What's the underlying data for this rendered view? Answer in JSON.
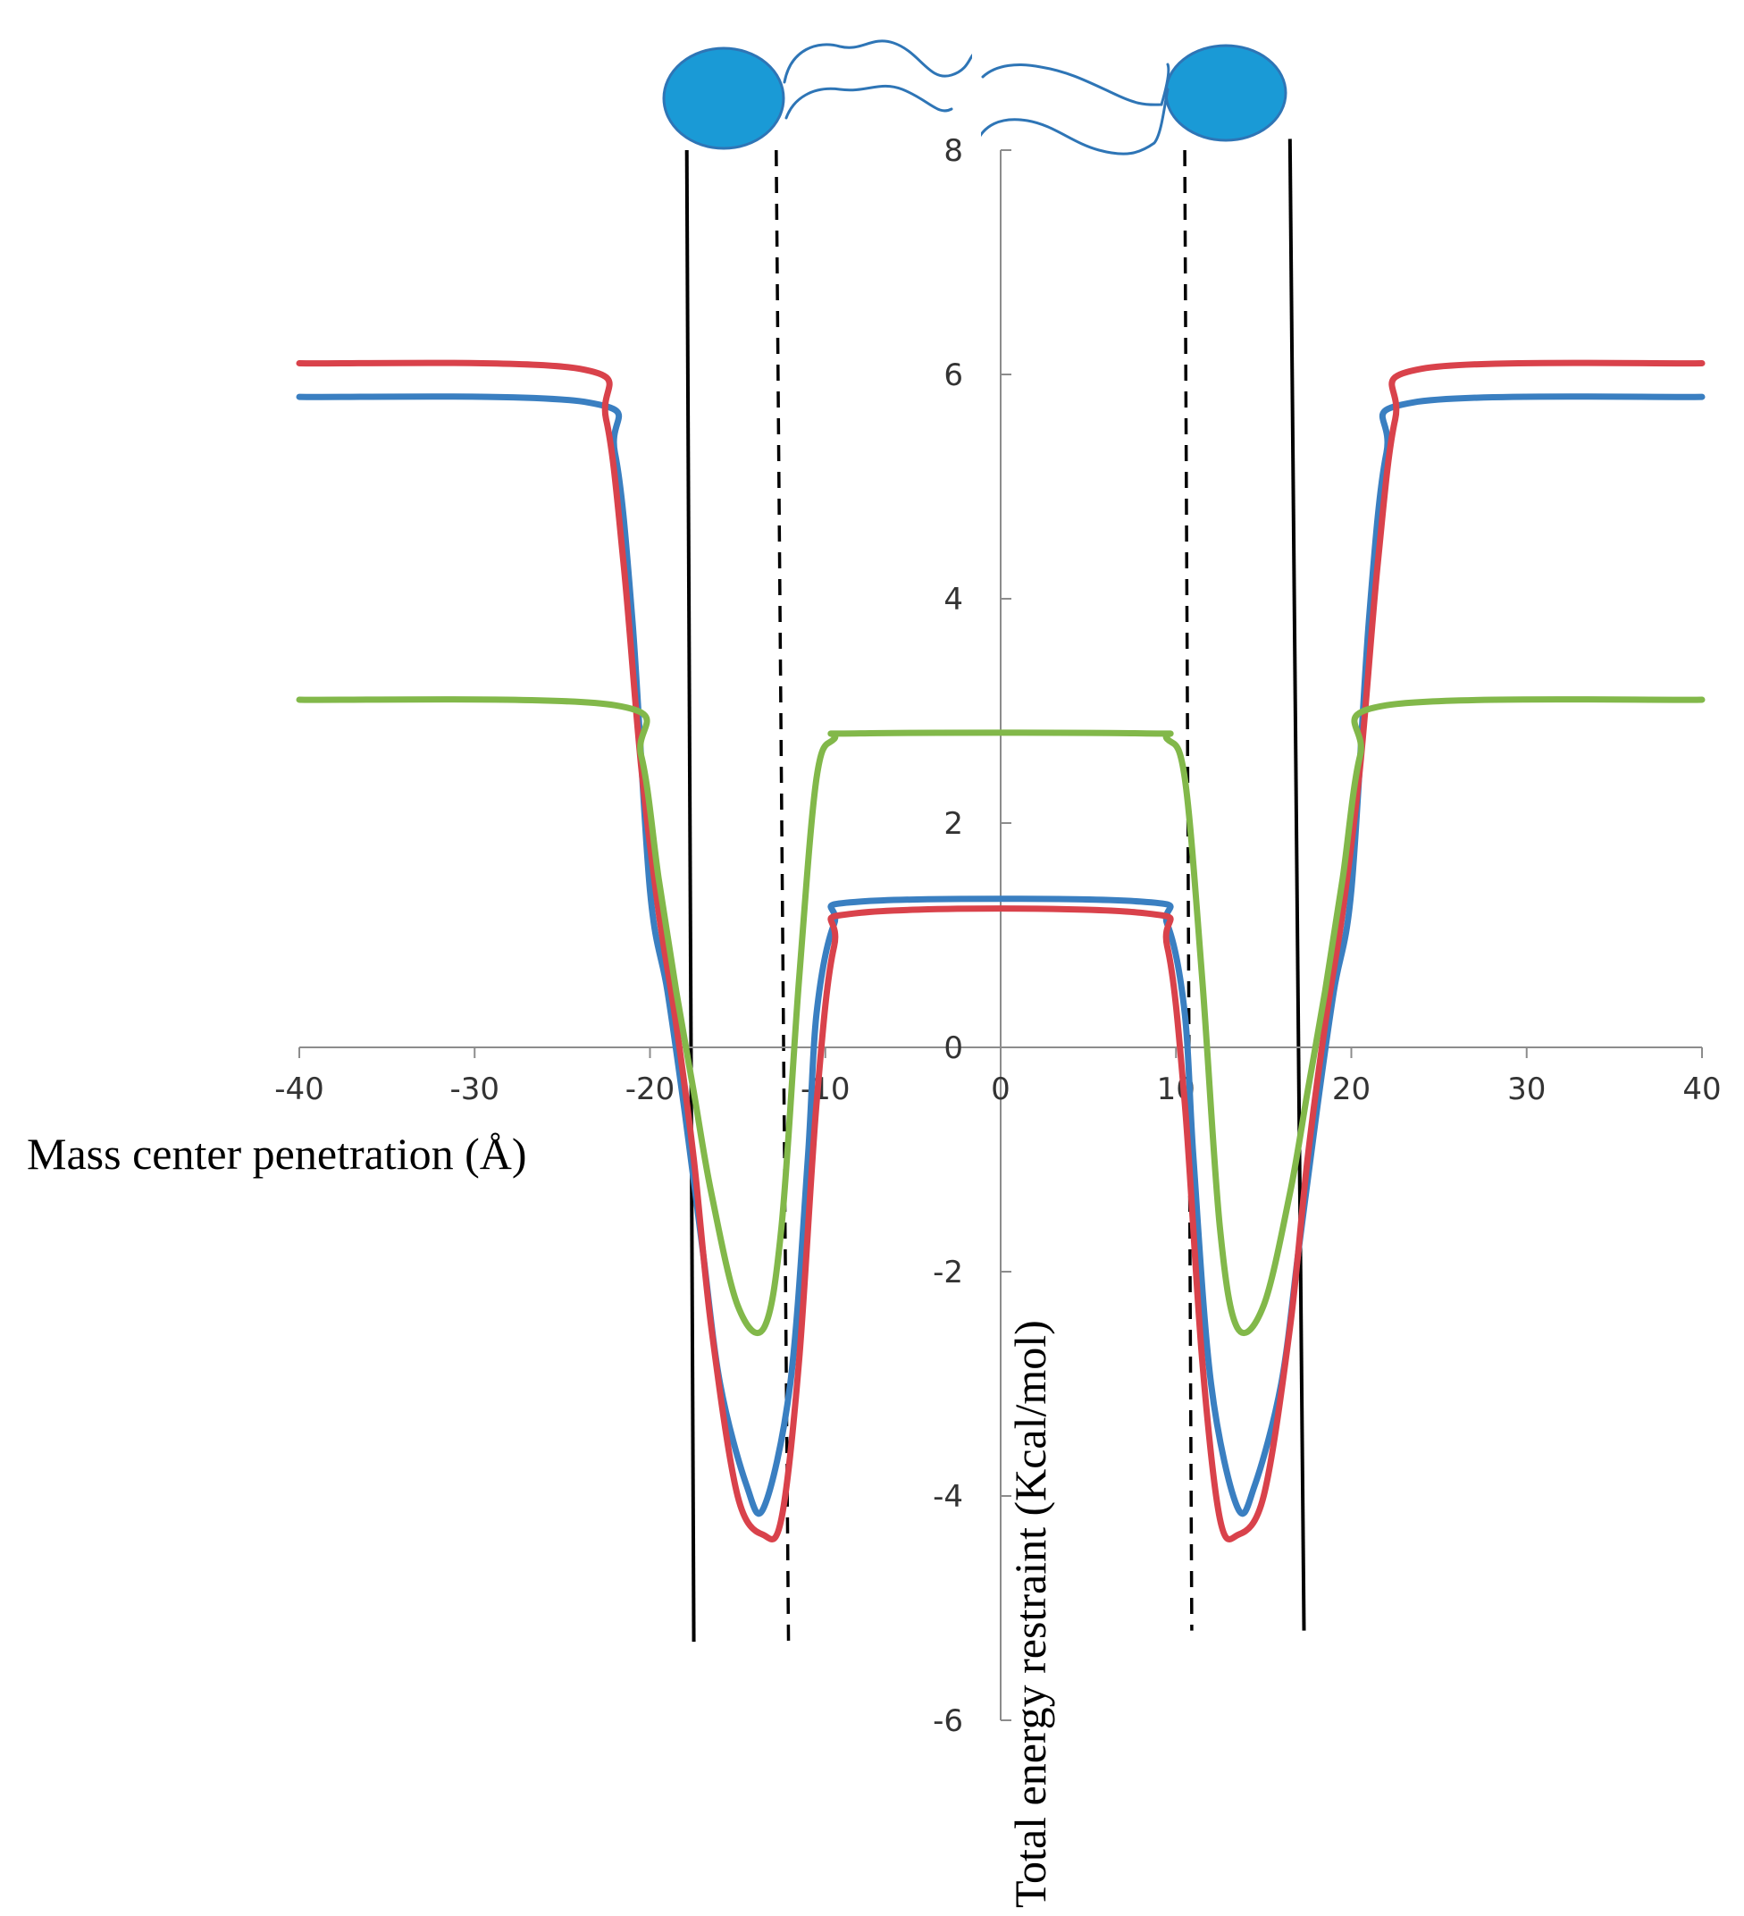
{
  "chart_data": {
    "type": "line",
    "xlabel": "Mass center penetration (Å)",
    "ylabel": "Total energy restraint (Kcal/mol)",
    "xlim": [
      -40,
      40
    ],
    "ylim": [
      -6,
      8
    ],
    "xticks": [
      -40,
      -30,
      -20,
      -10,
      0,
      10,
      20,
      30,
      40
    ],
    "yticks": [
      -6,
      -4,
      -2,
      0,
      2,
      4,
      6,
      8
    ],
    "grid": false,
    "legend": "none",
    "series": [
      {
        "color": "#3a7fc1",
        "x": [
          -40,
          -23.5,
          -22,
          -21,
          -20,
          -19,
          -18,
          -17,
          -16,
          -14.5,
          -13.5,
          -12,
          -11,
          -10.5,
          -9.5,
          -8,
          8,
          9.5,
          10.5,
          11,
          12,
          13.5,
          14.5,
          16,
          17,
          18,
          19,
          20,
          21,
          22,
          23.5,
          40
        ],
        "y": [
          5.8,
          5.75,
          5.3,
          3.8,
          1.4,
          0.5,
          -0.6,
          -1.8,
          -3.0,
          -3.9,
          -4.1,
          -3.0,
          -1.0,
          0.3,
          1.1,
          1.3,
          1.3,
          1.1,
          0.3,
          -1.0,
          -3.0,
          -4.1,
          -3.9,
          -3.0,
          -1.8,
          -0.6,
          0.5,
          1.4,
          3.8,
          5.3,
          5.75,
          5.8
        ]
      },
      {
        "color": "#d9424b",
        "x": [
          -40,
          -24,
          -22.5,
          -21.5,
          -20.5,
          -19.5,
          -18.5,
          -17.5,
          -16.5,
          -15,
          -13.5,
          -12.5,
          -11.5,
          -10.5,
          -9.5,
          -8,
          8,
          9.5,
          10.5,
          11.5,
          12.5,
          13.5,
          15,
          16.5,
          17.5,
          18.5,
          19.5,
          20.5,
          21.5,
          22.5,
          24,
          40
        ],
        "y": [
          6.1,
          6.05,
          5.6,
          4.3,
          2.5,
          1.2,
          0.2,
          -1.0,
          -2.5,
          -4.0,
          -4.35,
          -4.2,
          -2.8,
          -0.5,
          0.9,
          1.2,
          1.2,
          0.9,
          -0.5,
          -2.8,
          -4.2,
          -4.35,
          -4.0,
          -2.5,
          -1.0,
          0.2,
          1.2,
          2.5,
          4.3,
          5.6,
          6.05,
          6.1
        ]
      },
      {
        "color": "#82b84a",
        "x": [
          -40,
          -22,
          -20.5,
          -19.5,
          -18.5,
          -17.5,
          -16.5,
          -15,
          -13.5,
          -12.5,
          -11.5,
          -10.5,
          -9.5,
          -8,
          8,
          9.5,
          10.5,
          11.5,
          12.5,
          13.5,
          15,
          16.5,
          17.5,
          18.5,
          19.5,
          20.5,
          22,
          40
        ],
        "y": [
          3.1,
          3.05,
          2.6,
          1.5,
          0.5,
          -0.4,
          -1.3,
          -2.3,
          -2.5,
          -1.6,
          0.6,
          2.4,
          2.75,
          2.8,
          2.8,
          2.75,
          2.4,
          0.6,
          -1.6,
          -2.5,
          -2.3,
          -1.3,
          -0.4,
          0.5,
          1.5,
          2.6,
          3.05,
          3.1
        ]
      }
    ],
    "annotations": {
      "solid_lines": [
        {
          "x_top": -17.9,
          "x_bottom": -17.5,
          "y_top": 8.0,
          "y_bottom": -5.3
        },
        {
          "x_top": 16.5,
          "x_bottom": 17.3,
          "y_top": 8.1,
          "y_bottom": -5.2
        }
      ],
      "dashed_lines": [
        {
          "x_top": -12.8,
          "x_bottom": -12.1,
          "y_top": 8.0,
          "y_bottom": -5.3
        },
        {
          "x_top": 10.5,
          "x_bottom": 10.9,
          "y_top": 8.0,
          "y_bottom": -5.2
        }
      ],
      "lipid_color": "#1a9ad6",
      "lipid_outline": "#2e75b6"
    }
  }
}
